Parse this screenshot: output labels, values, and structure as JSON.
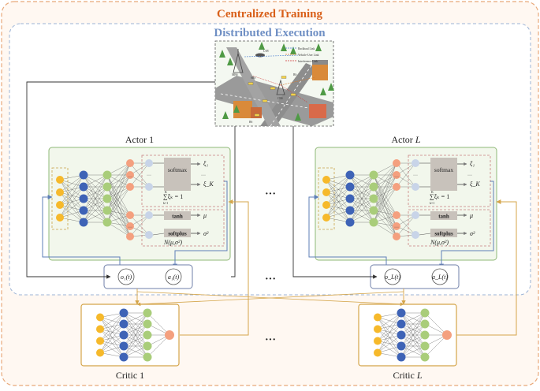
{
  "titles": {
    "outer": "Centralized Training",
    "inner": "Distributed Execution"
  },
  "actors": [
    {
      "name_prefix": "Actor ",
      "name_index": "1",
      "obs": "o₁(t)",
      "act": "a₁(t)"
    },
    {
      "name_prefix": "Actor ",
      "name_index": "L",
      "obs": "o_L(t)",
      "act": "a_L(t)"
    }
  ],
  "heads": {
    "softmax": "softmax",
    "tanh": "tanh",
    "softplus": "softplus",
    "xi_1": "ξ₁",
    "xi_dots": "···",
    "xi_K": "ξ_K",
    "sum_eq": "∑ξₖ = 1",
    "sum_lower": "k=1",
    "sum_upper": "K",
    "mu": "μ",
    "sigma2": "σ²",
    "normal": "N(μ,σ²)",
    "dots": "···"
  },
  "critics": [
    {
      "name_prefix": "Critic ",
      "name_index": "1"
    },
    {
      "name_prefix": "Critic ",
      "name_index": "L"
    }
  ],
  "ellipsis": "···",
  "scene": {
    "legend": [
      "Backhaul Link",
      "Vehicle-User Link",
      "Interference Link"
    ],
    "labels": [
      "MBS",
      "SBS",
      "UAV",
      "CBS",
      "BS",
      "BS"
    ]
  },
  "colors": {
    "outer_border": "#e8a97a",
    "outer_title": "#d9601a",
    "inner_border": "#9bb3d6",
    "inner_title": "#6f8fc4",
    "actor_border": "#8fb877",
    "critic_border": "#d4a54a",
    "obs_box_border": "#6f7fa8",
    "arrow_feedback": "#d4a54a",
    "arrow_blue": "#5e7fb7",
    "arrow_dark": "#333333",
    "node_yellow": "#f6b92b",
    "node_blue": "#3e63b6",
    "node_green": "#a9cd7a",
    "node_orange": "#f4a07f",
    "node_gray": "#c8d4e8",
    "head_box": "#c8c2bb"
  }
}
